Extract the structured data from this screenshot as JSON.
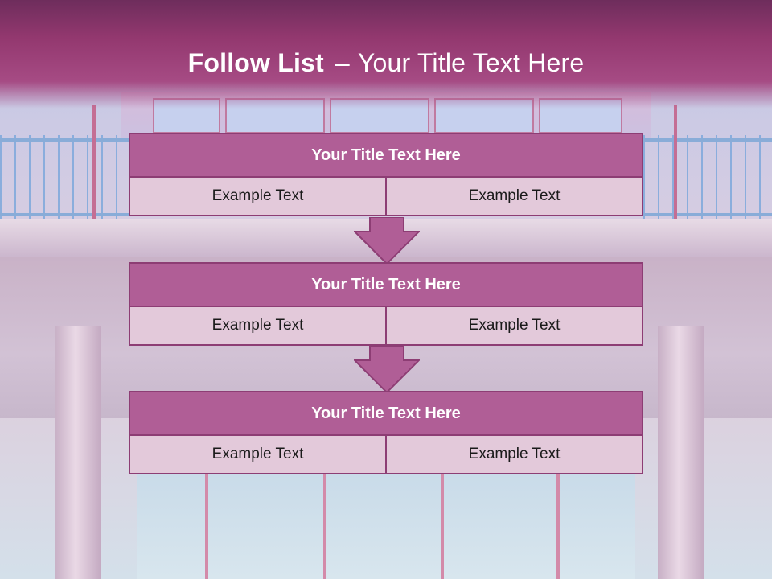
{
  "slide": {
    "title_bold": "Follow List",
    "title_dash": "–",
    "title_rest": "Your Title Text Here"
  },
  "colors": {
    "header_band": "#93386f",
    "box_title_fill": "#b05e96",
    "box_border": "#8d3d74",
    "cell_fill": "#e3c9da",
    "arrow_fill": "#b05e96"
  },
  "steps": [
    {
      "title": "Your Title Text Here",
      "left": "Example Text",
      "right": "Example Text"
    },
    {
      "title": "Your Title Text Here",
      "left": "Example Text",
      "right": "Example Text"
    },
    {
      "title": "Your Title Text Here",
      "left": "Example Text",
      "right": "Example Text"
    }
  ],
  "icons": {
    "connector": "down-arrow-icon"
  }
}
